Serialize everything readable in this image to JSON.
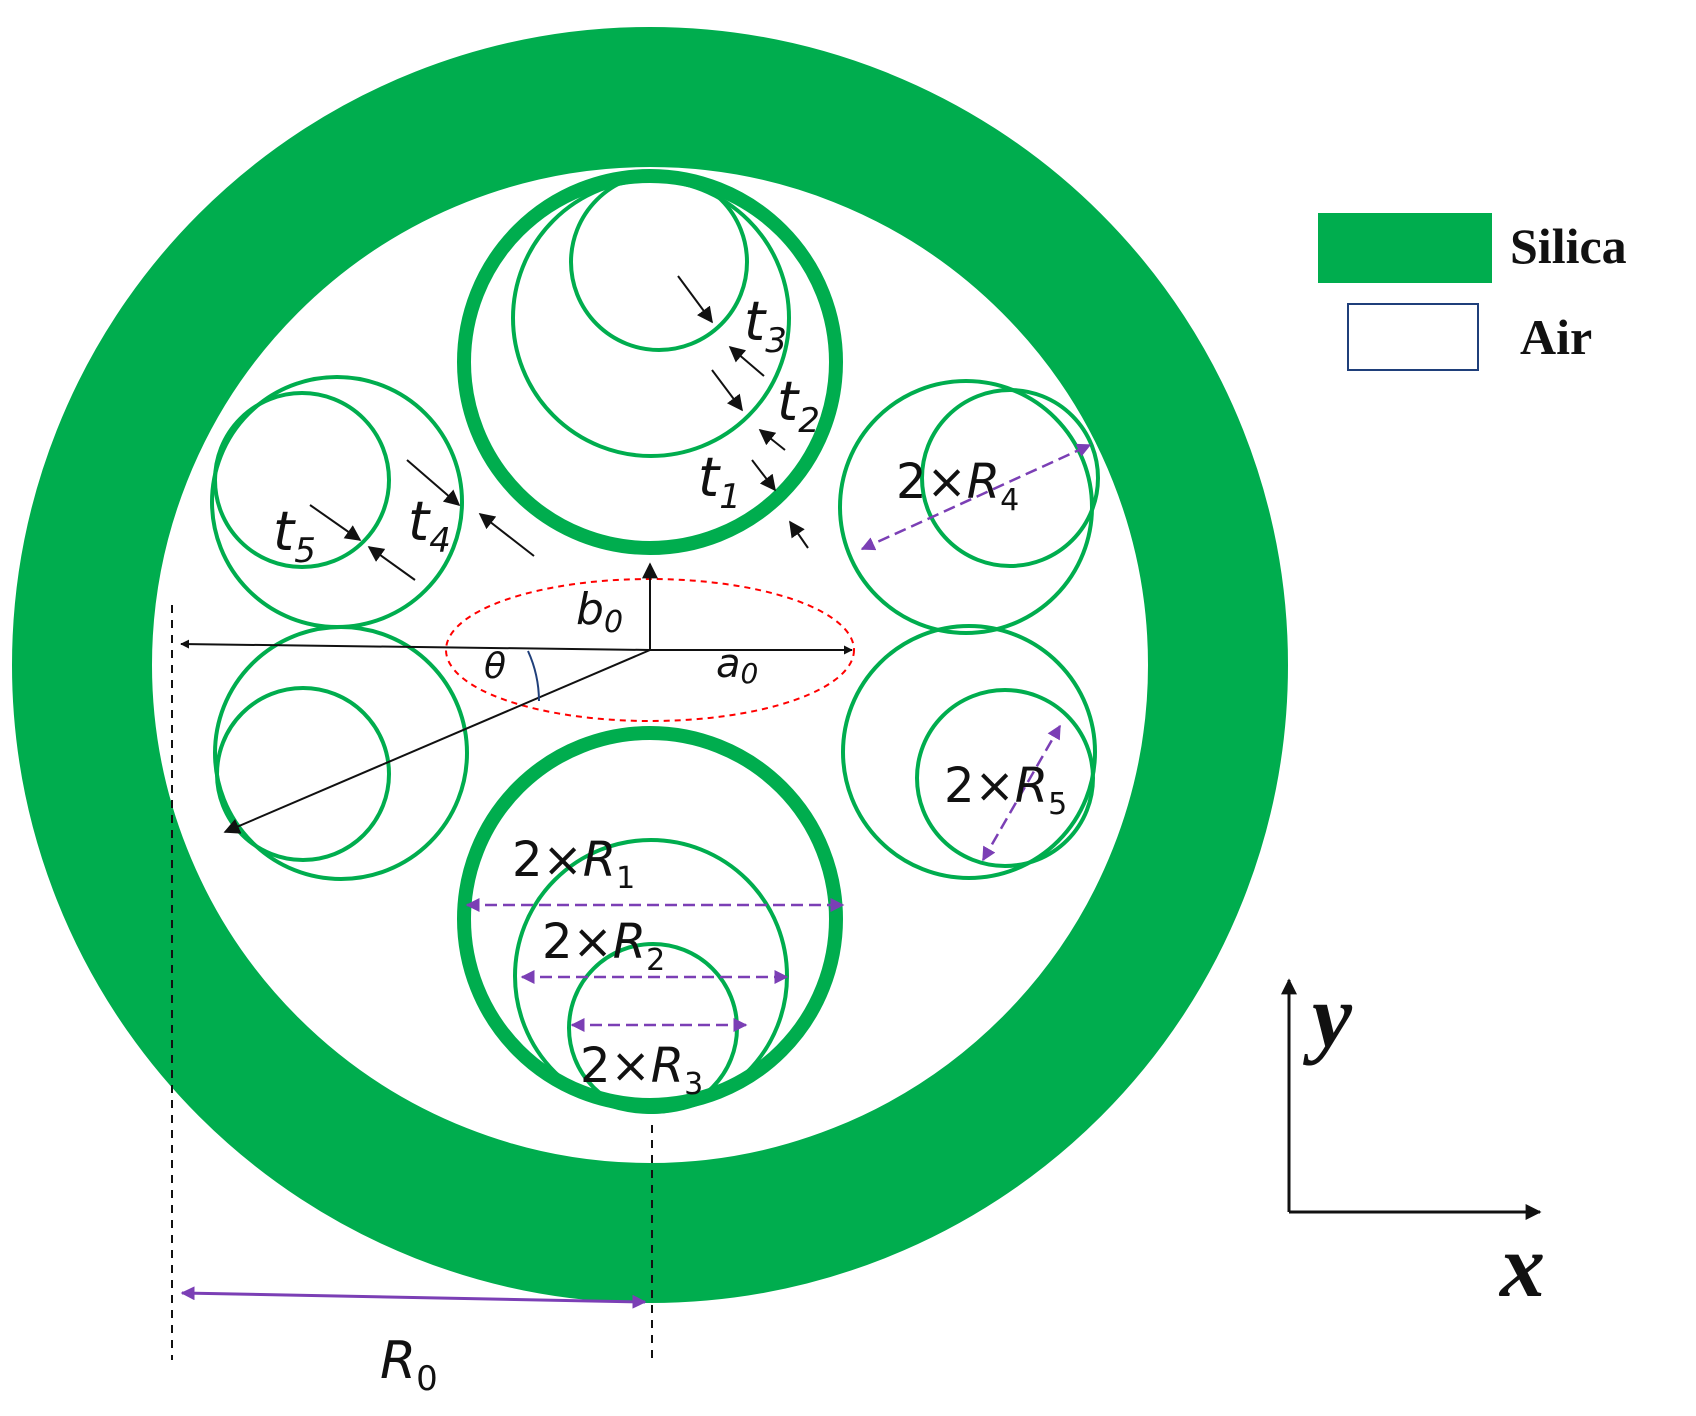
{
  "legend": {
    "silica_label": "Silica",
    "air_label": "Air"
  },
  "colors": {
    "silica": "#00ad4e",
    "air": "#ffffff",
    "dimension_arrow": "#7b3fb5",
    "ellipse": "#ff0000",
    "annotation": "#111111"
  },
  "labels": {
    "t1_base": "t",
    "t1_sub": "1",
    "t2_base": "t",
    "t2_sub": "2",
    "t3_base": "t",
    "t3_sub": "3",
    "t4_base": "t",
    "t4_sub": "4",
    "t5_base": "t",
    "t5_sub": "5",
    "b0_base": "b",
    "b0_sub": "0",
    "a0_base": "a",
    "a0_sub": "0",
    "theta": "θ",
    "r0_base": "R",
    "r0_sub": "0",
    "r1_prefix": "2×",
    "r1_base": "R",
    "r1_sub": "1",
    "r2_prefix": "2×",
    "r2_base": "R",
    "r2_sub": "2",
    "r3_prefix": "2×",
    "r3_base": "R",
    "r3_sub": "3",
    "r4_prefix": "2×",
    "r4_base": "R",
    "r4_sub": "4",
    "r5_prefix": "2×",
    "r5_base": "R",
    "r5_sub": "5"
  },
  "axes": {
    "x_label": "x",
    "y_label": "y"
  }
}
